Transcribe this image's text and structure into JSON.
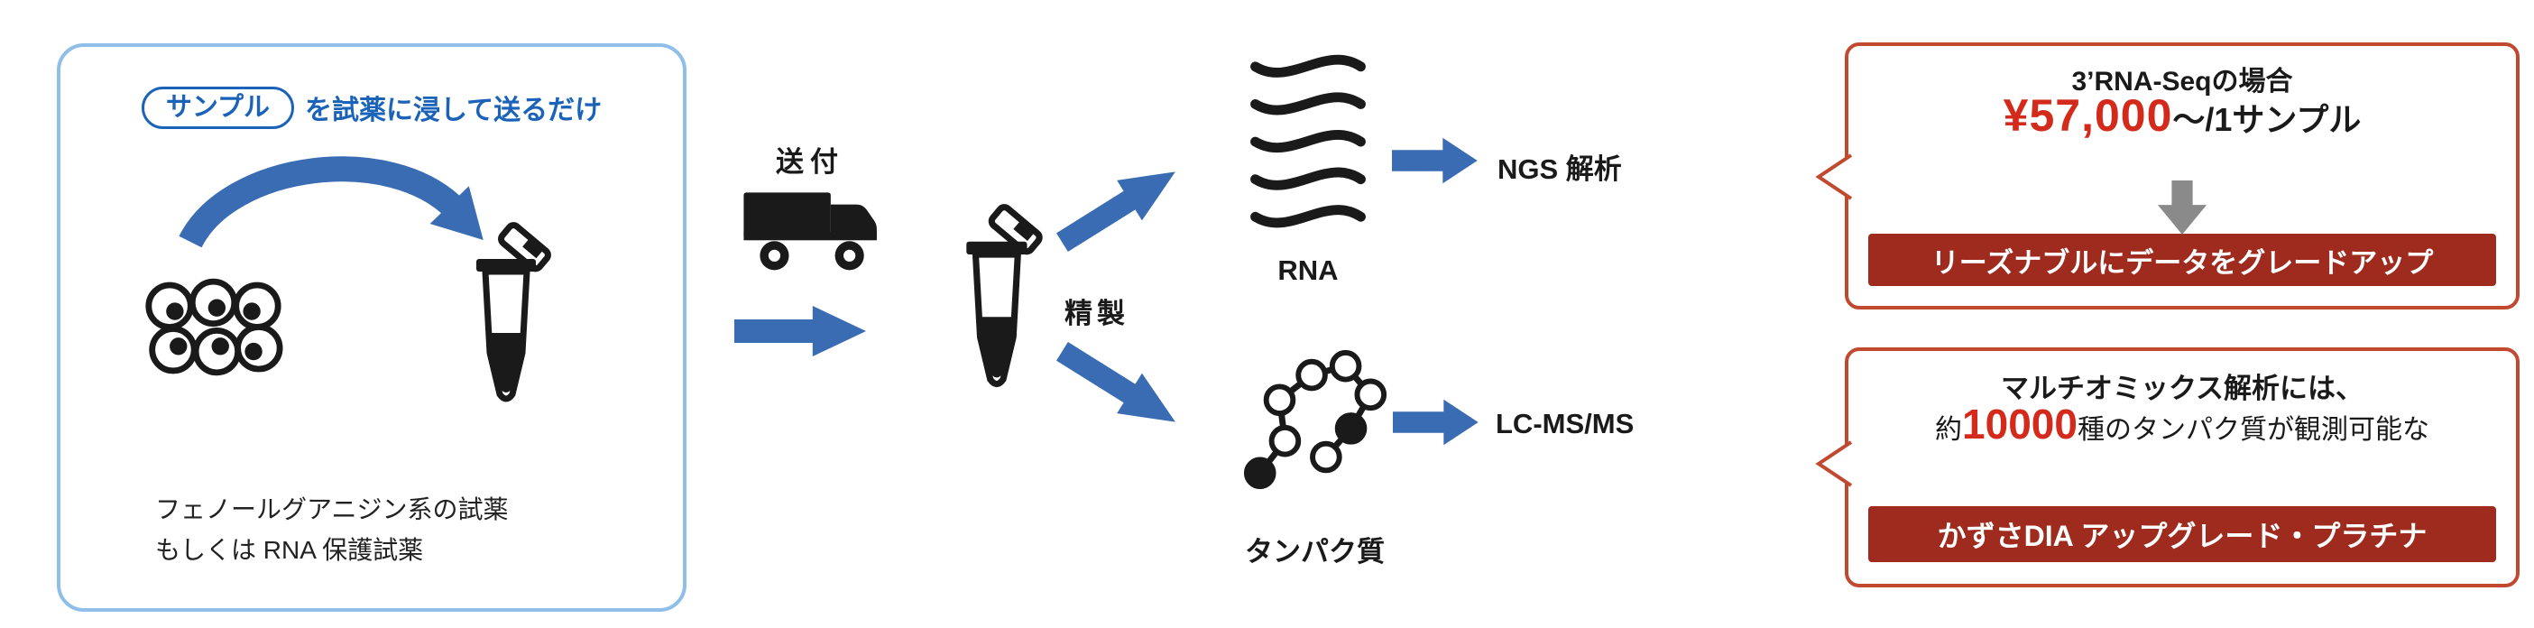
{
  "colors": {
    "arrow_blue": "#3A6CB4",
    "panel_border_blue": "#8FBEE8",
    "title_blue": "#1B63B8",
    "bubble_border_red": "#C0492F",
    "banner_dark_red": "#9E2B1E",
    "price_red": "#D42A1C",
    "gray_arrow": "#8A8A8A"
  },
  "left_panel": {
    "pill": "サンプル",
    "title": "を試薬に浸して送るだけ",
    "caption_line1": "フェノールグアニジン系の試薬",
    "caption_line2": "もしくは RNA 保護試薬"
  },
  "flow": {
    "send": "送付",
    "purify": "精製",
    "rna": "RNA",
    "protein": "タンパク質",
    "ngs": "NGS 解析",
    "lcms": "LC-MS/MS"
  },
  "top_bubble": {
    "heading": "3’RNA-Seqの場合",
    "price": "¥57,000",
    "price_suffix": "〜/1サンプル",
    "banner": "リーズナブルにデータをグレードアップ"
  },
  "bottom_bubble": {
    "heading": "マルチオミックス解析には、",
    "approx": "約",
    "count": "10000",
    "unit": "種",
    "rest": "のタンパク質が観測可能な",
    "banner": "かずさDIA アップグレード・プラチナ"
  }
}
